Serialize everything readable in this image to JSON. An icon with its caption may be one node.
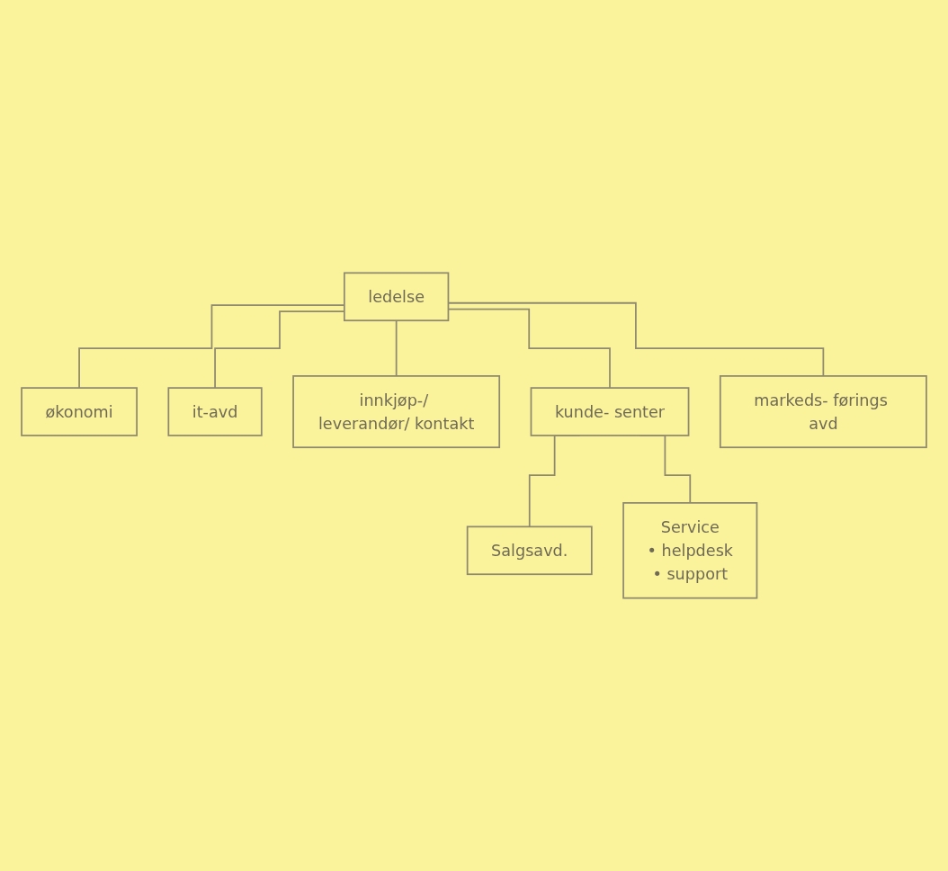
{
  "diagram": {
    "nodes": [
      {
        "text": [
          "ledelse"
        ]
      },
      {
        "text": [
          "økonomi"
        ]
      },
      {
        "text": [
          "it-avd"
        ]
      },
      {
        "text": [
          "innkjøp-/ leverandør/ kontakt"
        ]
      },
      {
        "text": [
          "kunde- senter"
        ]
      },
      {
        "text": [
          "markeds- førings avd"
        ]
      },
      {
        "text": [
          "Salgsavd."
        ]
      },
      {
        "text": [
          "Service",
          "• helpdesk",
          "• support"
        ]
      }
    ],
    "edges": [
      {
        "from": 0,
        "to": 1,
        "arrow": "none"
      },
      {
        "from": 0,
        "to": 2,
        "arrow": "none"
      },
      {
        "from": 0,
        "to": 3,
        "arrow": "none"
      },
      {
        "from": 0,
        "to": 4,
        "arrow": "none"
      },
      {
        "from": 0,
        "to": 5,
        "arrow": "none"
      },
      {
        "from": 4,
        "to": 6,
        "arrow": "none"
      },
      {
        "from": 4,
        "to": 7,
        "arrow": "none"
      }
    ]
  }
}
